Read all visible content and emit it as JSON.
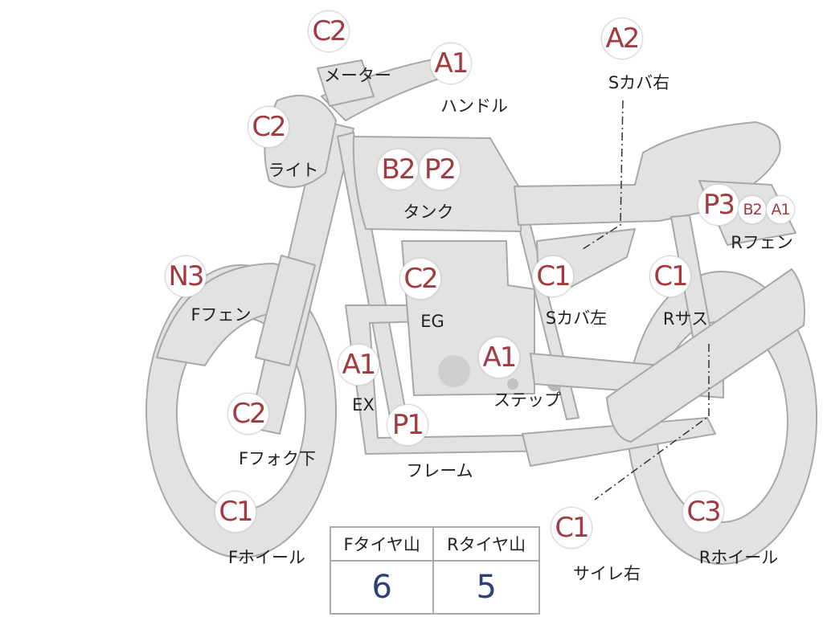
{
  "colors": {
    "bike": "#e2e2e1",
    "outline": "#a8a8a8",
    "badge_text": "#a23a3f",
    "value_text": "#2b3f7a"
  },
  "parts": [
    {
      "grade": "C2",
      "label": "メーター"
    },
    {
      "grade": "A1",
      "label": "ハンドル"
    },
    {
      "grade": "A2",
      "label": "Sカバ右"
    },
    {
      "grade": "C2",
      "label": "ライト"
    },
    {
      "grade": "B2",
      "label": ""
    },
    {
      "grade": "P2",
      "label": "タンク"
    },
    {
      "grade": "P3",
      "label": ""
    },
    {
      "grade": "B2",
      "label": ""
    },
    {
      "grade": "A1",
      "label": "Rフェン"
    },
    {
      "grade": "N3",
      "label": "Fフェン"
    },
    {
      "grade": "C2",
      "label": "EG"
    },
    {
      "grade": "C1",
      "label": "Sカバ左"
    },
    {
      "grade": "C1",
      "label": "Rサス"
    },
    {
      "grade": "A1",
      "label": "EX"
    },
    {
      "grade": "A1",
      "label": "ステップ"
    },
    {
      "grade": "C2",
      "label": "Fフォク下"
    },
    {
      "grade": "P1",
      "label": "フレーム"
    },
    {
      "grade": "C1",
      "label": "Fホイール"
    },
    {
      "grade": "C1",
      "label": "サイレ右"
    },
    {
      "grade": "C3",
      "label": "Rホイール"
    }
  ],
  "tire_table": {
    "headers": [
      "Fタイヤ山",
      "Rタイヤ山"
    ],
    "values": [
      "6",
      "5"
    ]
  }
}
